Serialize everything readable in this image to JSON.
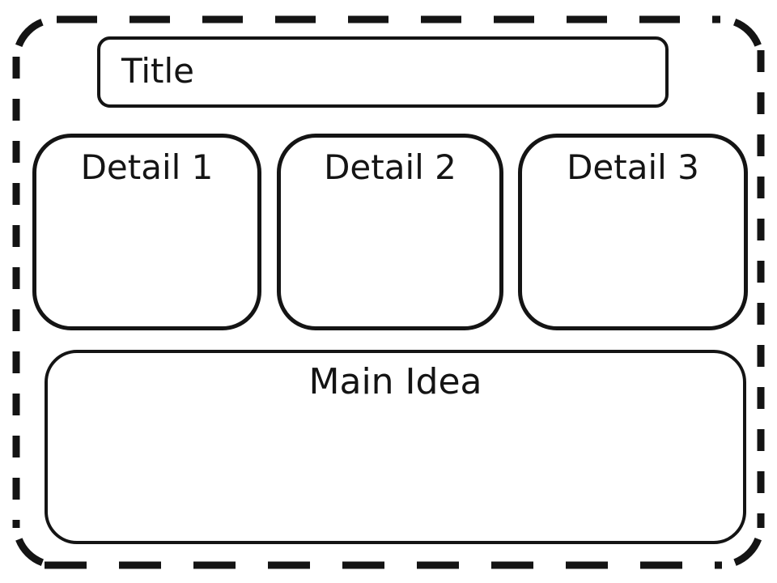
{
  "colors": {
    "ink": "#141414",
    "background": "#ffffff"
  },
  "organizer": {
    "title_box": {
      "label": "Title"
    },
    "detail_boxes": [
      {
        "label": "Detail 1"
      },
      {
        "label": "Detail 2"
      },
      {
        "label": "Detail 3"
      }
    ],
    "main_idea_box": {
      "label": "Main Idea"
    }
  }
}
